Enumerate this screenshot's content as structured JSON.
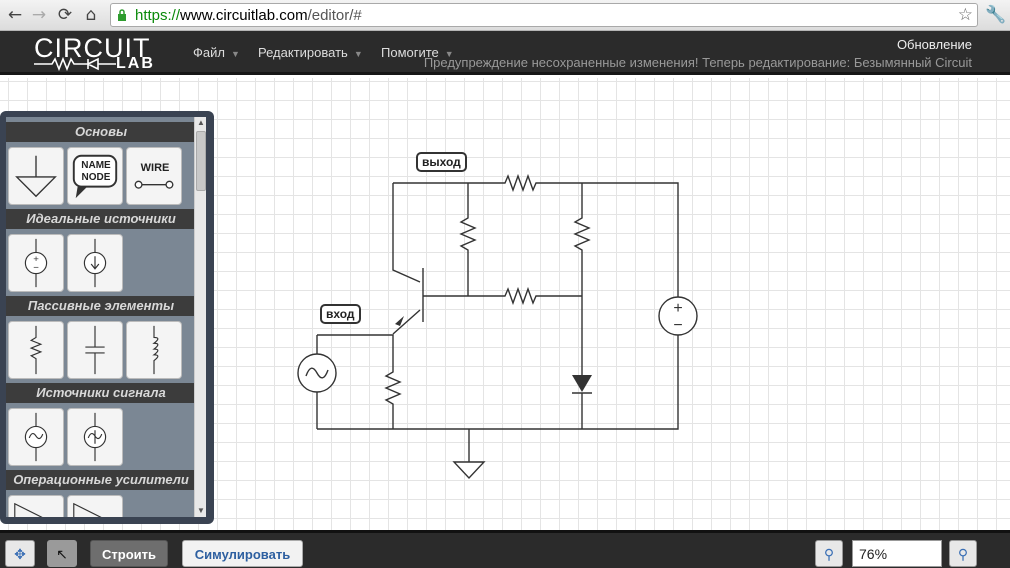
{
  "browser": {
    "url_scheme": "https://",
    "url_host": "www.circuitlab.com",
    "url_path": "/editor/#",
    "back_icon": "back-arrow",
    "forward_icon": "forward-arrow",
    "reload_icon": "reload",
    "home_icon": "home",
    "star_icon": "star",
    "wrench_icon": "wrench"
  },
  "header": {
    "logo_top": "CIRCUIT",
    "logo_bottom": "LAB",
    "menu": [
      {
        "label": "Файл"
      },
      {
        "label": "Редактировать"
      },
      {
        "label": "Помогите"
      }
    ],
    "update_link": "Обновление",
    "warning": "Предупреждение несохраненные изменения! Теперь редактирование: Безымянный Circuit"
  },
  "palette": {
    "sections": [
      {
        "title": "Основы"
      },
      {
        "title": "Идеальные источники"
      },
      {
        "title": "Пассивные элементы"
      },
      {
        "title": "Источники сигнала"
      },
      {
        "title": "Операционные усилители"
      }
    ],
    "tiles": {
      "name_node": "NAME NODE",
      "wire": "WIRE"
    }
  },
  "circuit": {
    "labels": {
      "output": "выход",
      "input": "вход"
    }
  },
  "toolbar": {
    "build_label": "Строить",
    "simulate_label": "Симулировать",
    "zoom_value": "76%"
  },
  "colors": {
    "header_bg": "#2b2b2b",
    "palette_bg": "#3a4352",
    "link_blue": "#2d5fa0",
    "url_green": "#0a8a0a"
  }
}
